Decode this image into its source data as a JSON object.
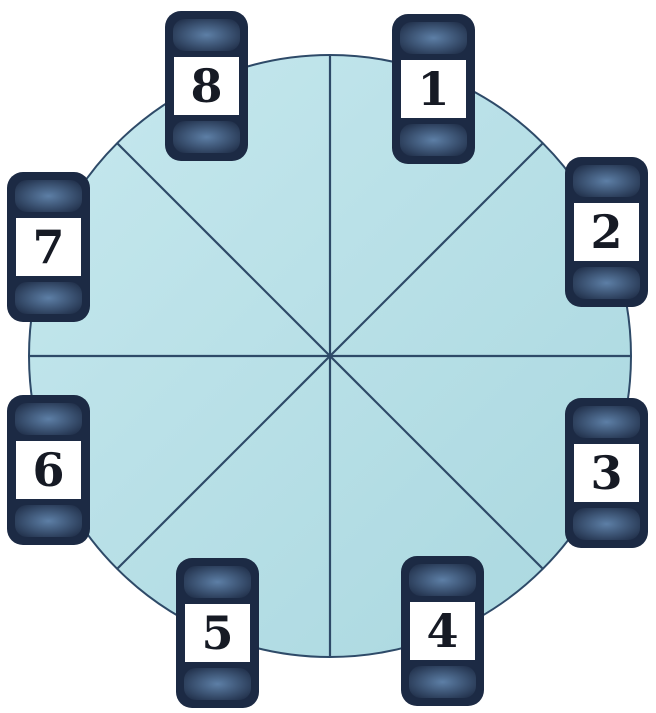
{
  "diagram": {
    "colors": {
      "table_fill": "#b5dfe6",
      "table_stroke": "#2e4a68",
      "spoke": "#2e4a68",
      "car_body": "#1c2a44",
      "car_glass": "#3f5f86",
      "label_bg": "#ffffff",
      "label_text": "#161a24"
    },
    "cars": [
      {
        "label": "1"
      },
      {
        "label": "2"
      },
      {
        "label": "3"
      },
      {
        "label": "4"
      },
      {
        "label": "5"
      },
      {
        "label": "6"
      },
      {
        "label": "7"
      },
      {
        "label": "8"
      }
    ]
  }
}
